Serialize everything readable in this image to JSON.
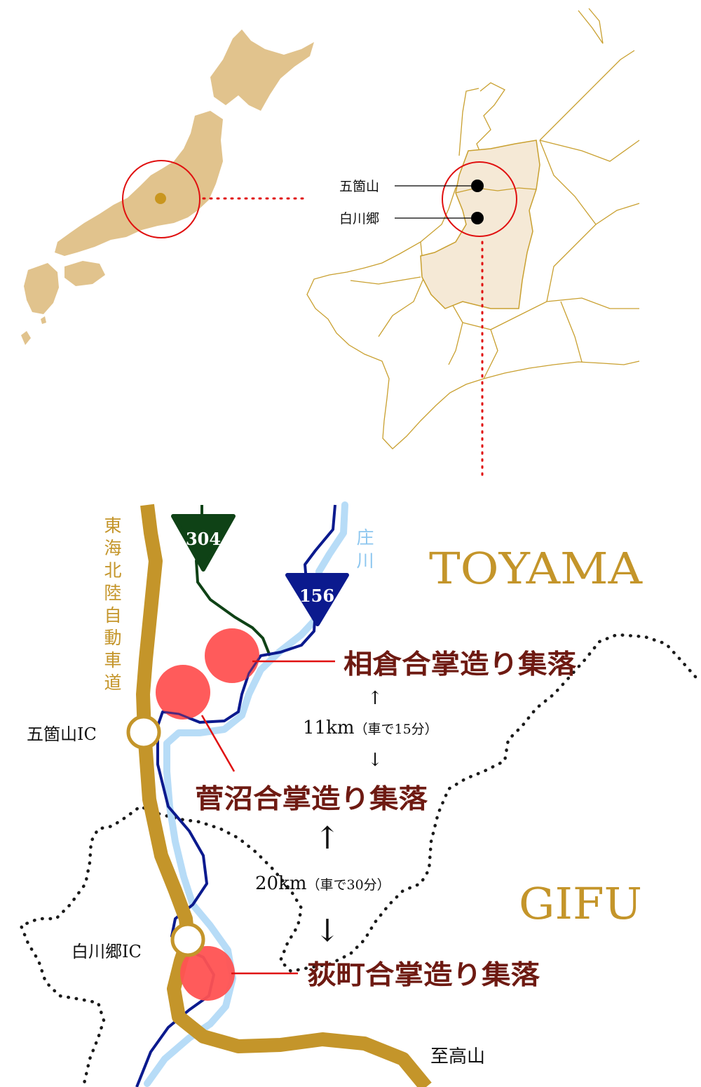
{
  "overview": {
    "markers": [
      {
        "label": "五箇山"
      },
      {
        "label": "白川郷"
      }
    ]
  },
  "route_map": {
    "highway": "東海北陸自動車道",
    "highway_chars": [
      "東",
      "海",
      "北",
      "陸",
      "自",
      "動",
      "車",
      "道"
    ],
    "river": "庄川",
    "river_chars": [
      "庄",
      "川"
    ],
    "route_304": "304",
    "route_156": "156",
    "prefecture_north": "TOYAMA",
    "prefecture_south": "GIFU",
    "interchanges": {
      "gokayama": "五箇山IC",
      "shirakawago": "白川郷IC"
    },
    "villages": {
      "ainokura": "相倉合掌造り集落",
      "suganuma": "菅沼合掌造り集落",
      "ogimachi": "荻町合掌造り集落"
    },
    "distances": {
      "upper_main": "11km",
      "upper_note": "（車で15分）",
      "lower_main": "20km",
      "lower_note": "（車で30分）"
    },
    "arrows": {
      "up": "↑",
      "down": "↓"
    },
    "destination": "至高山"
  },
  "colors": {
    "land": "#e1c38d",
    "highlight_fill": "#f5e9d6",
    "outline": "#c9a030",
    "accent_red": "#e01010",
    "village_fill": "#ff5252",
    "highway": "#c4952a",
    "route_304": "#0f4216",
    "route_156": "#0b1a8e",
    "river": "#b7dcf7",
    "label_maroon": "#6e1a12"
  }
}
